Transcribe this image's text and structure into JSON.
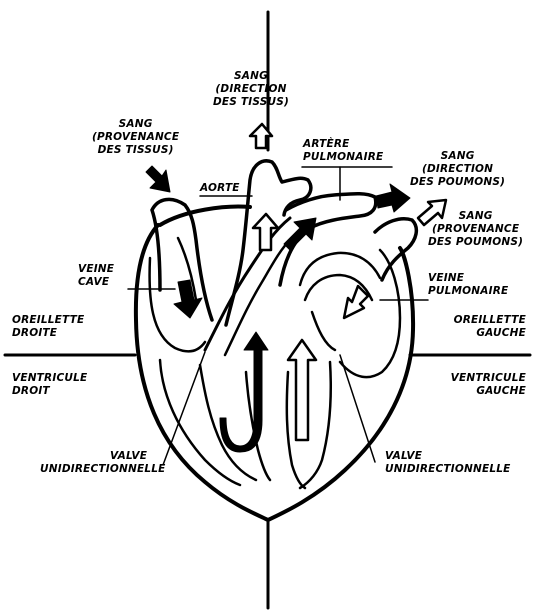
{
  "labels": {
    "sang_tissus_out": [
      "SANG",
      "(DIRECTION",
      "DES TISSUS)"
    ],
    "sang_tissus_in": [
      "SANG",
      "(PROVENANCE",
      "DES TISSUS)"
    ],
    "artere_pulmonaire": [
      "ARTÈRE",
      "PULMONAIRE"
    ],
    "sang_poumons_out": [
      "SANG",
      "(DIRECTION",
      "DES POUMONS)"
    ],
    "sang_poumons_in": [
      "SANG",
      "(PROVENANCE",
      "DES POUMONS)"
    ],
    "aorte": "AORTE",
    "veine_cave": [
      "VEINE",
      "CAVE"
    ],
    "veine_pulmonaire": [
      "VEINE",
      "PULMONAIRE"
    ],
    "oreillette_droite": [
      "OREILLETTE",
      "DROITE"
    ],
    "oreillette_gauche": [
      "OREILLETTE",
      "GAUCHE"
    ],
    "ventricule_droit": [
      "VENTRICULE",
      "DROIT"
    ],
    "ventricule_gauche": [
      "VENTRICULE",
      "GAUCHE"
    ],
    "valve_left": [
      "VALVE",
      "UNIDIRECTIONNELLE"
    ],
    "valve_right": [
      "VALVE",
      "UNIDIRECTIONNELLE"
    ]
  },
  "colors": {
    "line": "#000000",
    "background": "#ffffff"
  }
}
